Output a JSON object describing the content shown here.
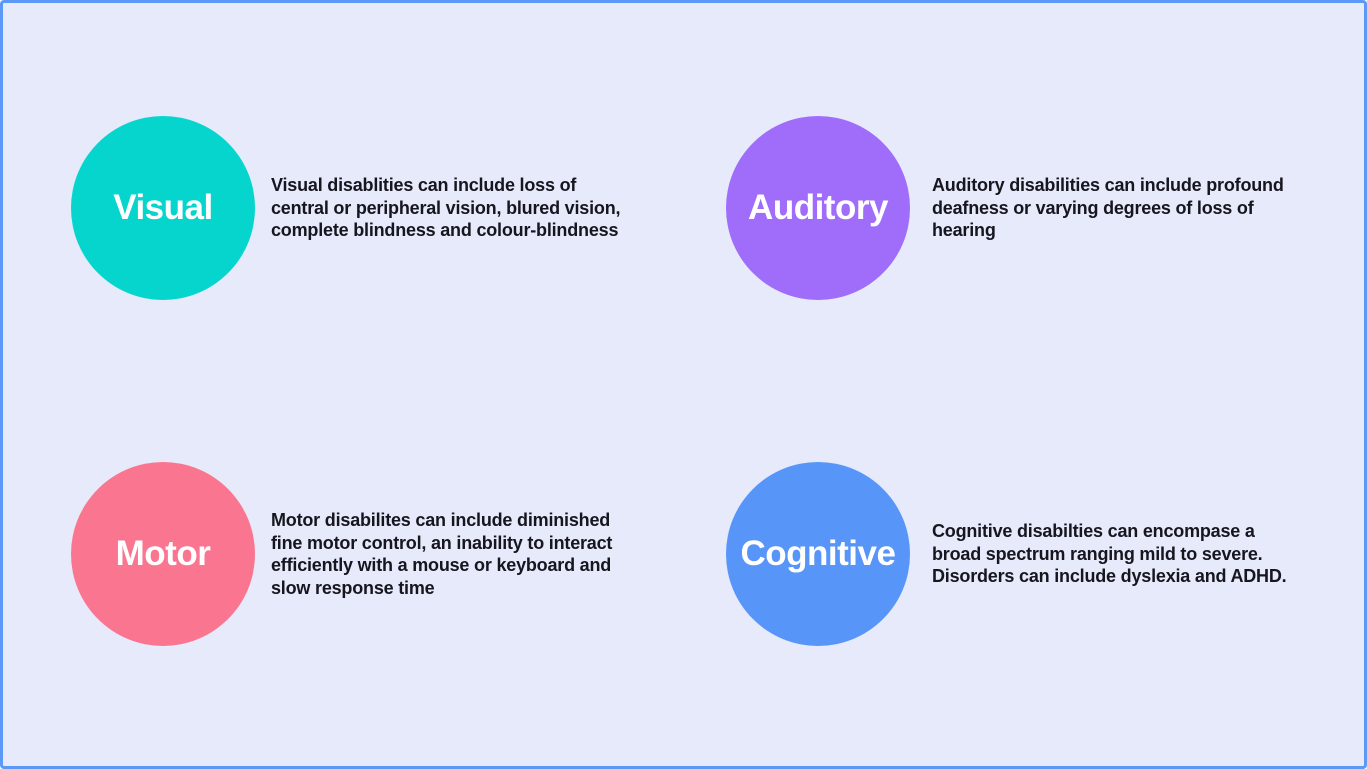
{
  "page": {
    "background_color": "#E7EAFB",
    "border_color": "#5C99F6",
    "text_color": "#16161F"
  },
  "items": [
    {
      "label": "Visual",
      "color": "#06D5CE",
      "description": "Visual disablities can include loss of\ncentral or peripheral vision, blured vision,\ncomplete blindness and colour-blindness"
    },
    {
      "label": "Auditory",
      "color": "#A06DFA",
      "description": "Auditory disabilities can include profound\ndeafness or varying degrees of loss of\nhearing"
    },
    {
      "label": "Motor",
      "color": "#FA7690",
      "description": "Motor disabilites can include diminished\nfine motor control, an inability to interact\nefficiently with a mouse or keyboard and\nslow response time"
    },
    {
      "label": "Cognitive",
      "color": "#5795F8",
      "description": "Cognitive disabilties can encompase a\nbroad spectrum ranging mild to severe.\nDisorders can include dyslexia and ADHD."
    }
  ]
}
